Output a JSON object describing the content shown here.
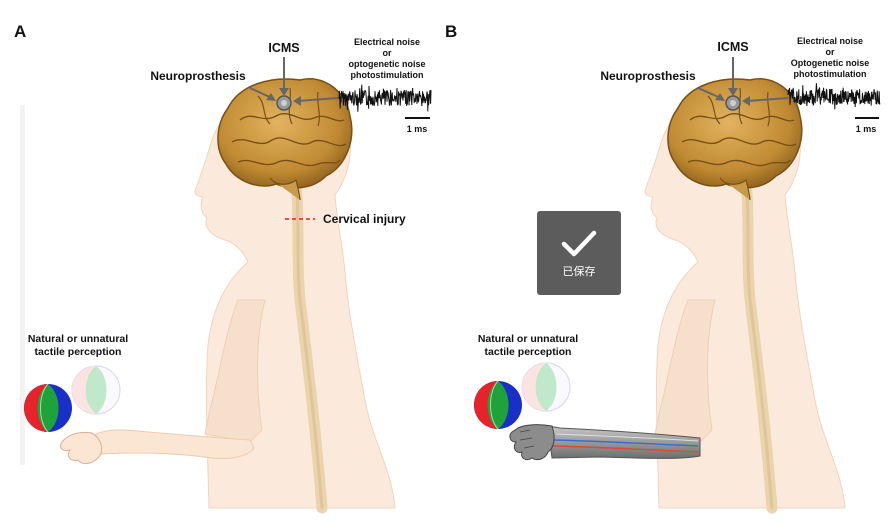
{
  "panels": [
    {
      "letter": "A",
      "icms": "ICMS",
      "neuroprosthesis": "Neuroprosthesis",
      "noise_line1": "Electrical noise",
      "noise_line2": "or",
      "noise_line3": "optogenetic noise",
      "noise_line4": "photostimulation",
      "scale": "1 ms",
      "injury": "Cervical injury",
      "perception_line1": "Natural or unnatural",
      "perception_line2": "tactile perception"
    },
    {
      "letter": "B",
      "icms": "ICMS",
      "neuroprosthesis": "Neuroprosthesis",
      "noise_line1": "Electrical noise",
      "noise_line2": "or",
      "noise_line3": "Optogenetic noise",
      "noise_line4": "photostimulation",
      "scale": "1 ms",
      "perception_line1": "Natural or unnatural",
      "perception_line2": "tactile perception"
    }
  ],
  "toast": {
    "icon": "checkmark-icon",
    "text": "已保存"
  }
}
